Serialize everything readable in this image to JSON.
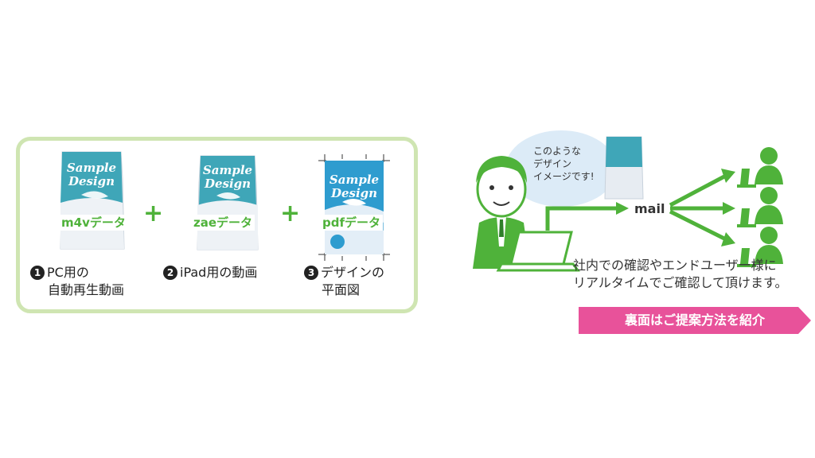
{
  "items": [
    {
      "title": "Sample\nDesign",
      "data_label": "m4vデータ",
      "num": "1",
      "caption_line1": "PC用の",
      "caption_line2": "自動再生動画"
    },
    {
      "title": "Sample\nDesign",
      "data_label": "zaeデータ",
      "num": "2",
      "caption_line1": "iPad用の動画"
    },
    {
      "title": "Sample\nDesign",
      "data_label": "pdfデータ",
      "num": "3",
      "caption_line1": "デザインの",
      "caption_line2": "平面図"
    }
  ],
  "plus": "+",
  "speech_bubble": "このような\nデザイン\nイメージです!",
  "mail_label": "mail",
  "description_line1": "社内での確認やエンドユーザー様に",
  "description_line2": "リアルタイムでご確認して頂けます。",
  "banner": "裏面はご提案方法を紹介",
  "colors": {
    "green": "#4fb23a",
    "teal": "#3fa6b8",
    "border": "#cfe5b2",
    "pink": "#e8529a",
    "bubble": "#dcebf7"
  },
  "icons": [
    "pouch-package-icon",
    "flat-design-icon",
    "businessman-icon",
    "laptop-icon",
    "user-icon",
    "arrow-icon"
  ]
}
